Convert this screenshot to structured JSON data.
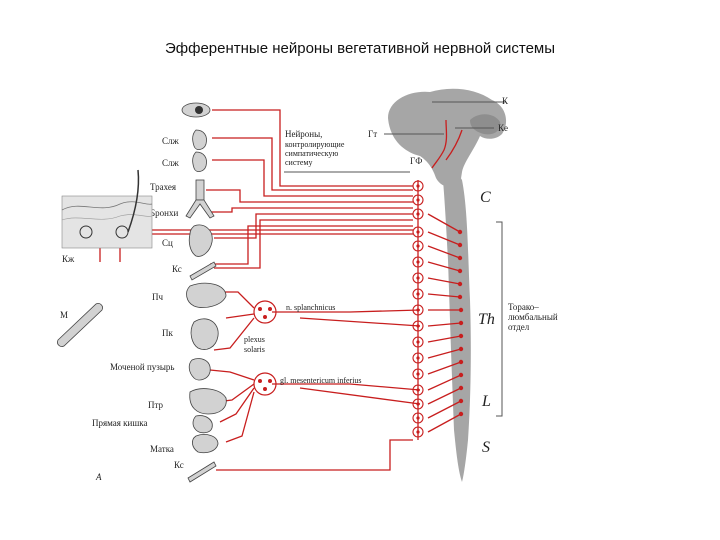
{
  "title": "Эфферентные нейроны  вегетативной  нервной системы",
  "labels": {
    "k": "К",
    "ke": "Кe",
    "gt": "Гт",
    "gf": "ГФ",
    "neurons_line1": "Нейроны,",
    "neurons_line2": "контролирующие",
    "neurons_line3": "симпатическую",
    "neurons_line4": "систему",
    "c": "C",
    "th": "Th",
    "l": "L",
    "s": "S",
    "thoraco_1": "Торако–",
    "thoraco_2": "люмбальный",
    "thoraco_3": "отдел",
    "slzh1": "Слж",
    "slzh2": "Слж",
    "trachea": "Трахея",
    "bronchi": "Бронхи",
    "sc": "Сц",
    "kzh": "Кж",
    "ks1": "Кс",
    "pch": "Пч",
    "pk": "Пк",
    "m": "М",
    "bladder": "Моченой пузырь",
    "ptr": "Птр",
    "rectum": "Прямая кишка",
    "uterus": "Матка",
    "ks2": "Кс",
    "n_splanchnicus": "n. splanchnicus",
    "plexus": "plexus",
    "solaris": "solaris",
    "gl_mesenterium": "gl. mesentericum inferius",
    "a": "А"
  },
  "colors": {
    "nerve": "#c81e1e",
    "cord": "#a6a6a6",
    "organ": "#d2d2d2"
  }
}
